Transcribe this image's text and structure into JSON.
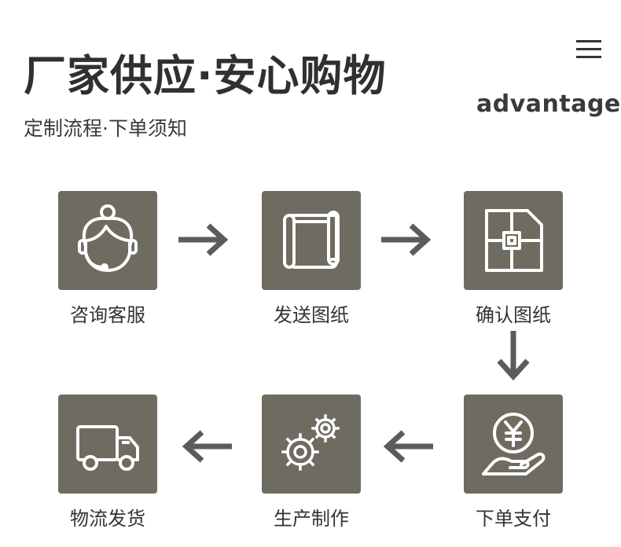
{
  "header": {
    "title": "厂家供应·安心购物",
    "subtitle": "定制流程·下单须知",
    "tag": "advantage",
    "menu_icon": "hamburger-menu-icon"
  },
  "colors": {
    "tile": "#6e6b61",
    "arrow": "#5c5c5c",
    "text": "#333333"
  },
  "steps": [
    {
      "label": "咨询客服",
      "icon": "customer-service-icon"
    },
    {
      "label": "发送图纸",
      "icon": "scroll-icon"
    },
    {
      "label": "确认图纸",
      "icon": "blueprint-icon"
    },
    {
      "label": "下单支付",
      "icon": "yuan-coin-hand-icon"
    },
    {
      "label": "生产制作",
      "icon": "gears-icon"
    },
    {
      "label": "物流发货",
      "icon": "truck-icon"
    }
  ]
}
